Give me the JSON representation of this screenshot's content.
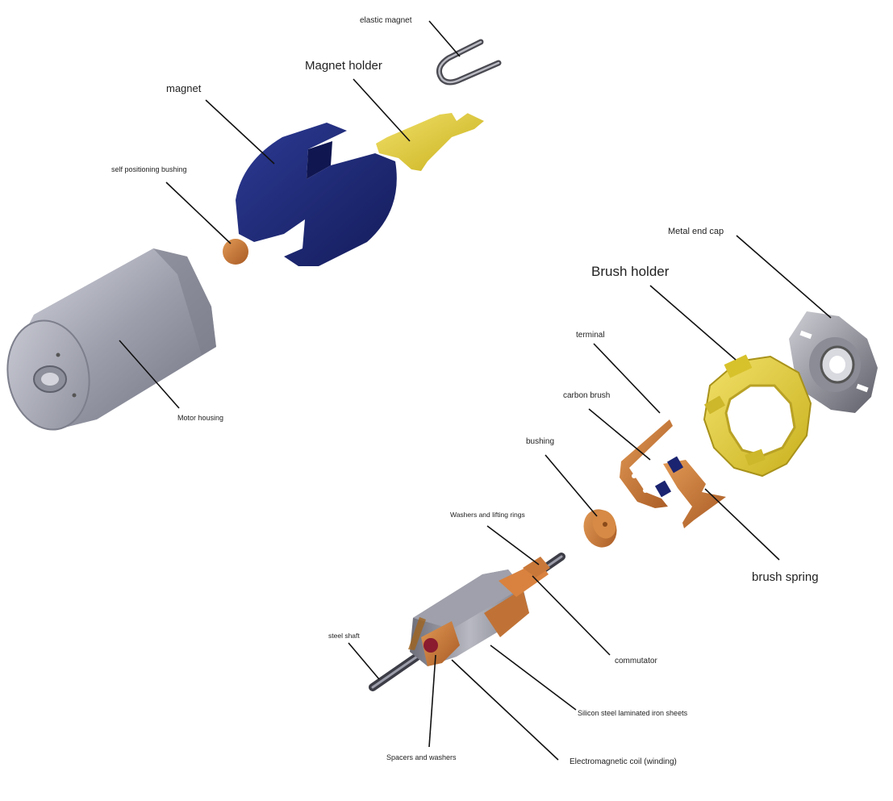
{
  "labels": {
    "elastic_magnet": "elastic magnet",
    "magnet_holder": "Magnet holder",
    "magnet": "magnet",
    "self_positioning_bushing": "self positioning bushing",
    "motor_housing": "Motor housing",
    "metal_end_cap": "Metal end cap",
    "brush_holder": "Brush holder",
    "terminal": "terminal",
    "carbon_brush": "carbon brush",
    "bushing": "bushing",
    "washers_and_lifting_rings": "Washers and lifting rings",
    "brush_spring": "brush spring",
    "steel_shaft": "steel shaft",
    "commutator": "commutator",
    "silicon_steel_sheets": "Silicon steel laminated iron sheets",
    "spacers_and_washers": "Spacers and washers",
    "electromagnetic_coil": "Electromagnetic coil (winding)"
  },
  "colors": {
    "magnet": "#1e2a78",
    "magnet_holder": "#e3cf3a",
    "brush_holder": "#e2cc2c",
    "copper": "#c8753a",
    "housing": "#a7a9b6",
    "leader": "#111111"
  }
}
